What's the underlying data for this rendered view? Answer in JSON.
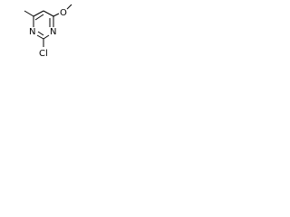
{
  "structure": {
    "atoms": {
      "ring_nitrogen_top": "N",
      "ring_nitrogen_bottom": "N",
      "methoxy_oxygen": "O",
      "chlorine": "Cl"
    }
  }
}
